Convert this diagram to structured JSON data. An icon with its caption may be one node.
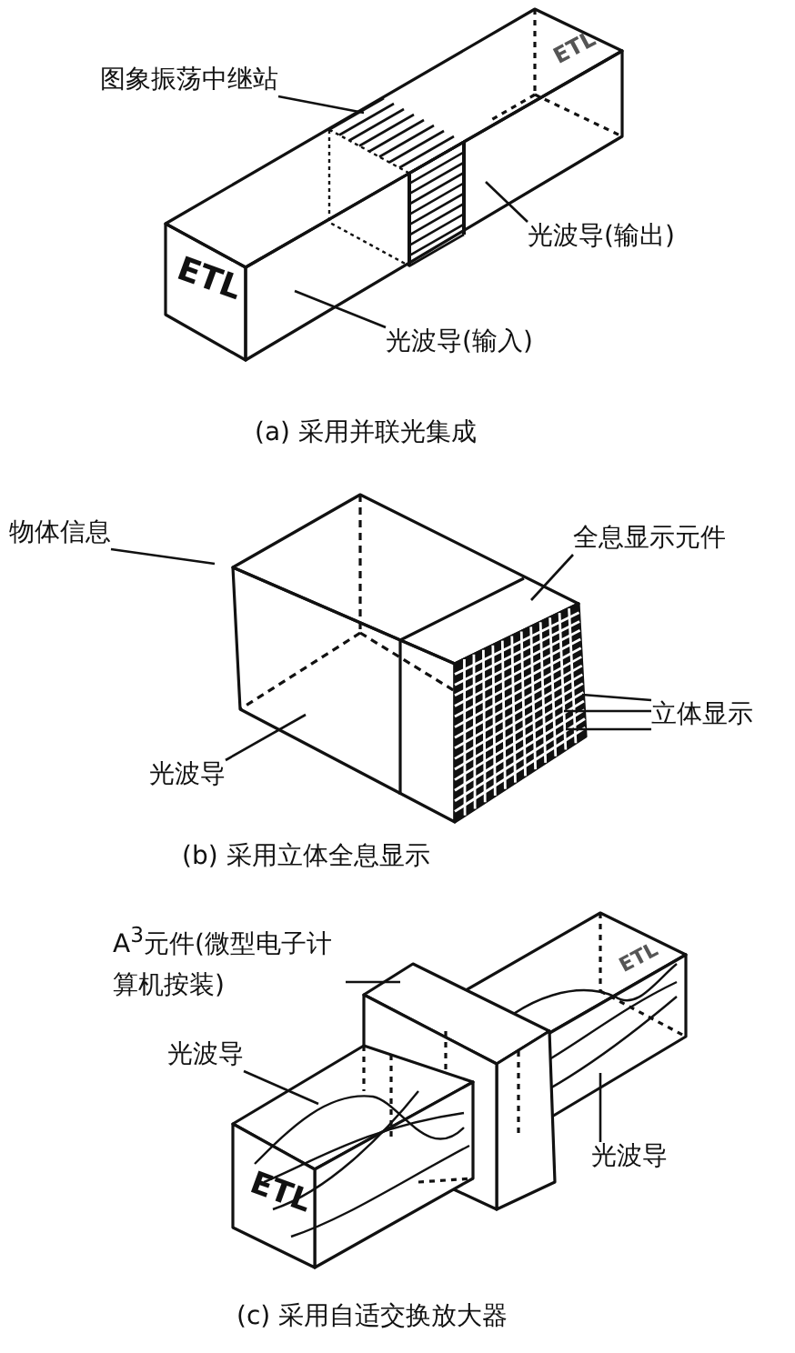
{
  "diagram": {
    "nodes": [
      {
        "text": [
          "图象振荡中继站"
        ]
      },
      {
        "text": [
          "光波导(输出)"
        ]
      },
      {
        "text": [
          "光波导(输入)"
        ]
      },
      {
        "text": [
          "物体信息"
        ]
      },
      {
        "text": [
          "全息显示元件"
        ]
      },
      {
        "text": [
          "立体显示"
        ]
      },
      {
        "text": [
          "光波导"
        ]
      },
      {
        "text": [
          "A$^{3}$元件(微型电子计算机按装)"
        ]
      },
      {
        "text": [
          "光波导"
        ]
      },
      {
        "text": [
          "光波导"
        ]
      }
    ],
    "edges": [
      {
        "from": 0,
        "to": null,
        "arrow": "none"
      },
      {
        "from": 1,
        "to": null,
        "arrow": "none"
      },
      {
        "from": 2,
        "to": null,
        "arrow": "none"
      },
      {
        "from": 3,
        "to": null,
        "arrow": "none"
      },
      {
        "from": 4,
        "to": null,
        "arrow": "none"
      },
      {
        "from": 5,
        "to": null,
        "arrow": "none"
      },
      {
        "from": 5,
        "to": null,
        "arrow": "none"
      },
      {
        "from": 5,
        "to": null,
        "arrow": "none"
      },
      {
        "from": 6,
        "to": null,
        "arrow": "none"
      },
      {
        "from": 7,
        "to": null,
        "arrow": "none"
      },
      {
        "from": 8,
        "to": null,
        "arrow": "none"
      },
      {
        "from": 9,
        "to": null,
        "arrow": "none"
      }
    ],
    "labels": [
      "ETL",
      "ETL",
      "(a) 采用并联光集成",
      "(b) 采用立体全息显示",
      "ETL",
      "ETL",
      "(c) 采用自适交换放大器"
    ]
  }
}
